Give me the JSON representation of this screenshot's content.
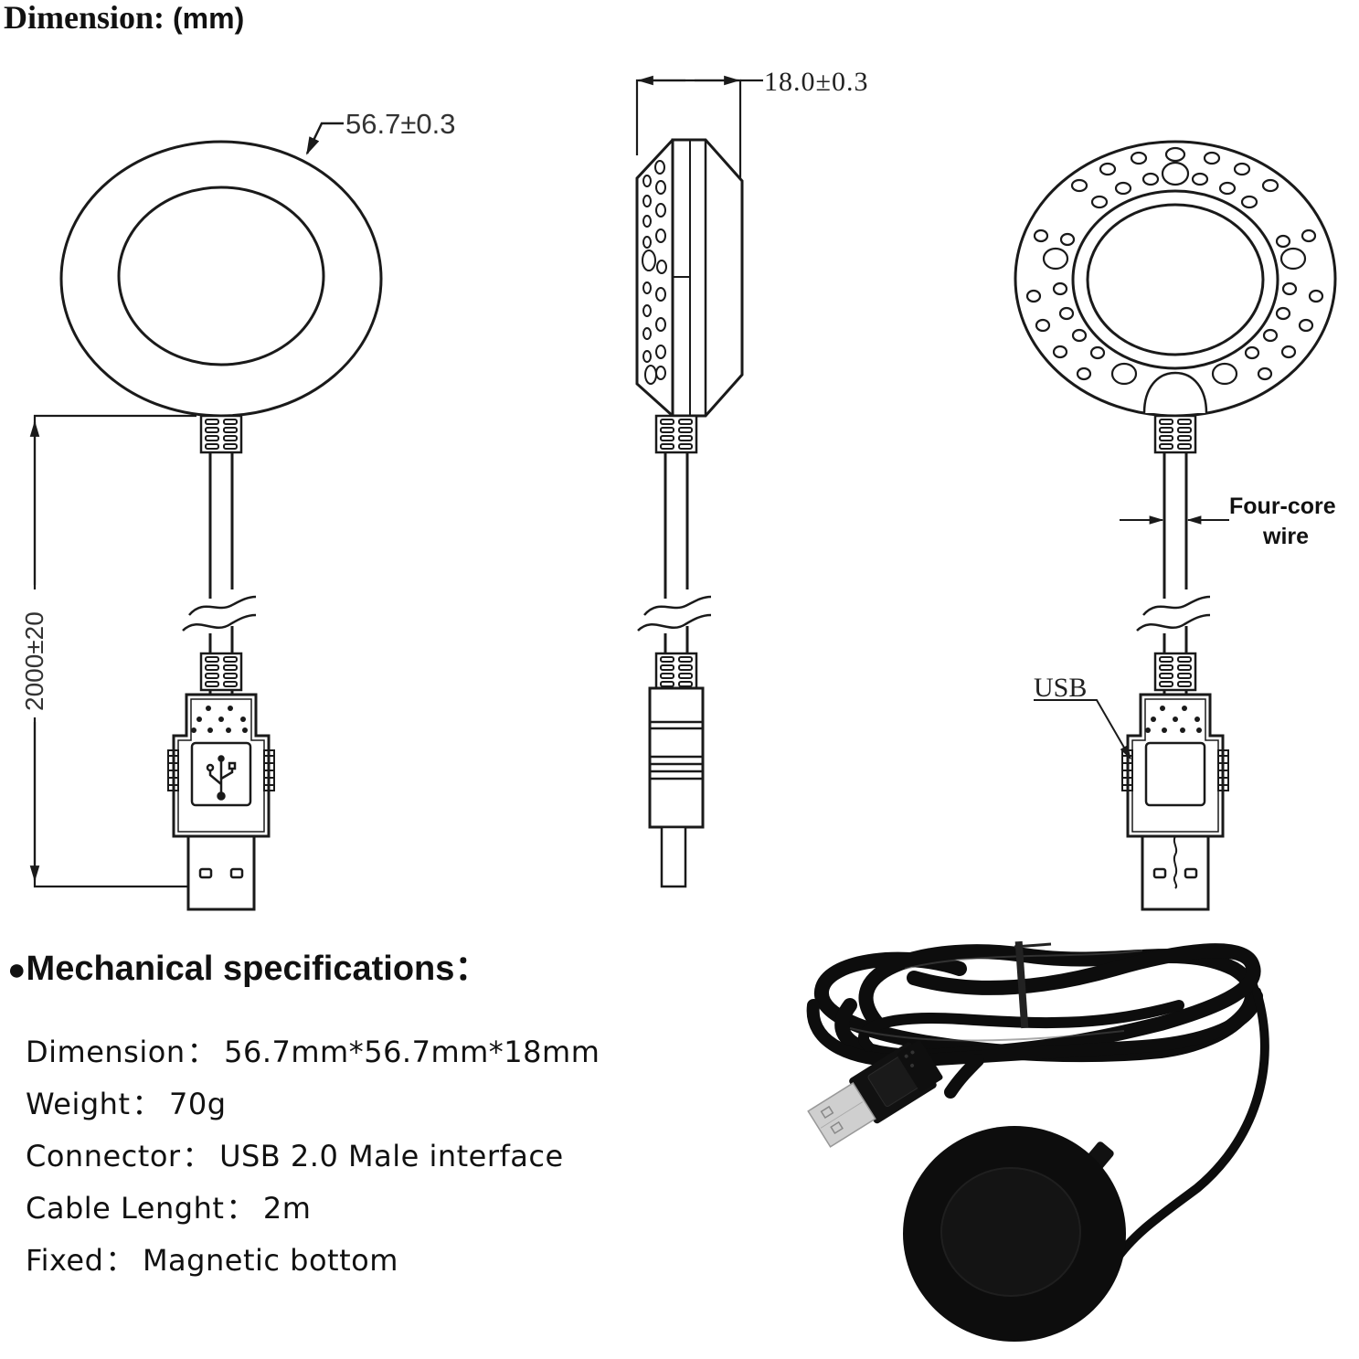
{
  "header": {
    "title": "Dimension:",
    "unit": "(mm)"
  },
  "views": {
    "top_view": {
      "diameter_label": "56.7±0.3",
      "cable_length_label": "2000±20"
    },
    "side_view": {
      "height_label": "18.0±0.3"
    },
    "bottom_view": {
      "wire_label_line1": "Four-core",
      "wire_label_line2": "wire",
      "connector_label": "USB"
    }
  },
  "specs": {
    "bullet": "●",
    "heading": "Mechanical specifications：",
    "items": [
      {
        "label": "Dimension",
        "sep": "：",
        "value": "56.7mm*56.7mm*18mm"
      },
      {
        "label": "Weight",
        "sep": "：",
        "value": "70g"
      },
      {
        "label": "Connector",
        "sep": "：",
        "value": "USB 2.0 Male interface"
      },
      {
        "label": "Cable Lenght",
        "sep": "：",
        "value": "2m"
      },
      {
        "label": "Fixed",
        "sep": "：",
        "value": "Magnetic bottom"
      }
    ]
  },
  "colors": {
    "line": "#1a1a1a",
    "product_black": "#0d0d0d",
    "background": "#ffffff"
  }
}
